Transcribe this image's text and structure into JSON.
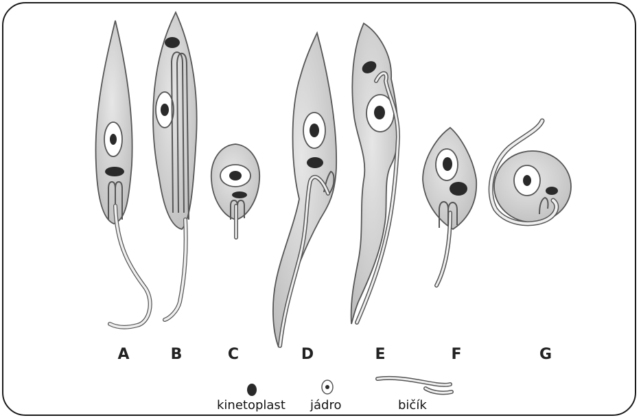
{
  "forms": [
    {
      "id": "A",
      "label": "A"
    },
    {
      "id": "B",
      "label": "B"
    },
    {
      "id": "C",
      "label": "C"
    },
    {
      "id": "D",
      "label": "D"
    },
    {
      "id": "E",
      "label": "E"
    },
    {
      "id": "F",
      "label": "F"
    },
    {
      "id": "G",
      "label": "G"
    }
  ],
  "legend": {
    "kinetoplast": "kinetoplast",
    "nucleus": "jádro",
    "flagellum": "bičík"
  },
  "colors": {
    "cell_fill": "#d8d8d8",
    "outline": "#555555",
    "kinetoplast": "#2a2a2a",
    "nucleus_fill": "#ffffff"
  }
}
